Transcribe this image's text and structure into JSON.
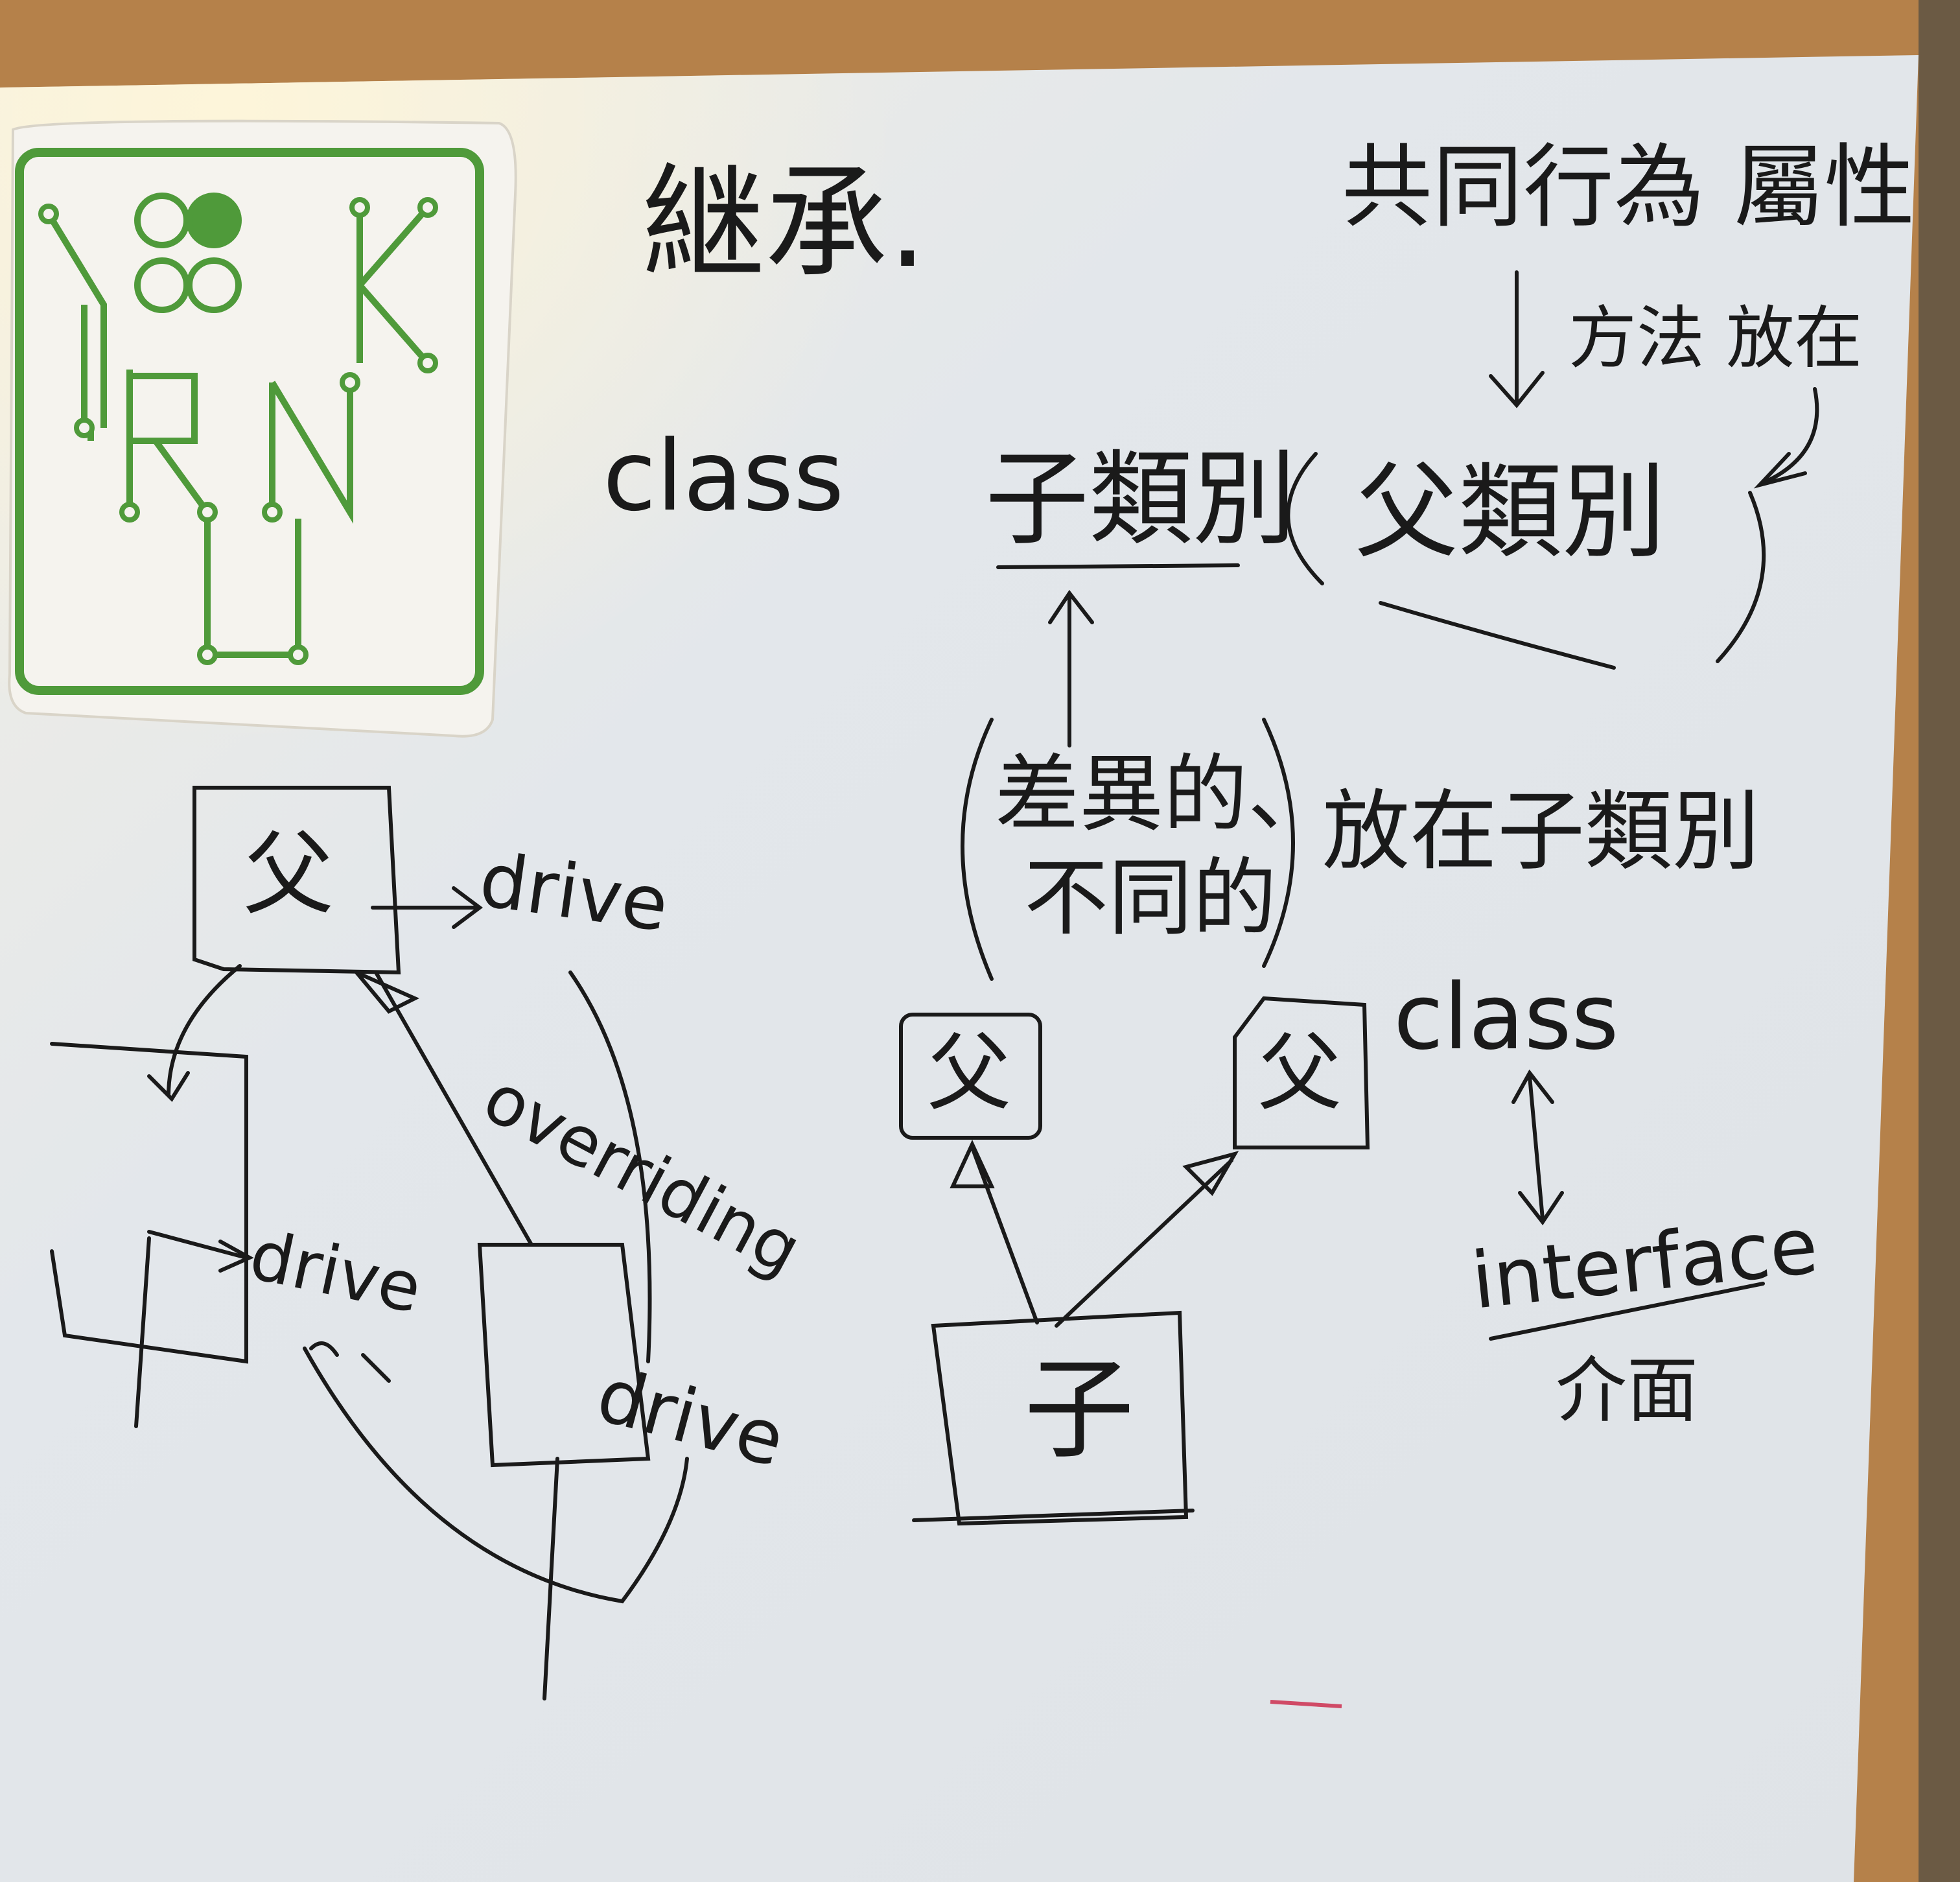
{
  "colors": {
    "frame_wood": "#b5814a",
    "board": "#e6e9ec",
    "ink": "#1a1a1a",
    "logo_green": "#4f9a3a",
    "logo_paper": "#f5f3ee"
  },
  "logo": {
    "letters": "NRKLUN"
  },
  "board": {
    "title": "継承.",
    "top_right": "共同行為 屬性",
    "top_right_note": "方法 放在",
    "class_label_1": "class",
    "child_class": "子類別",
    "parent_class": "父類別",
    "diff_box_line1": "差異的、",
    "diff_box_line2": "不同的",
    "put_in_child": "放在子類別",
    "left_parent": "父",
    "drive_1": "drive",
    "overriding": "overriding",
    "drive_2": "drive",
    "drive_3": "drive",
    "right_parent_1": "父",
    "right_parent_2": "父",
    "right_child": "子",
    "class_label_2": "class",
    "interface": "interface",
    "interface_zh": "介面"
  }
}
